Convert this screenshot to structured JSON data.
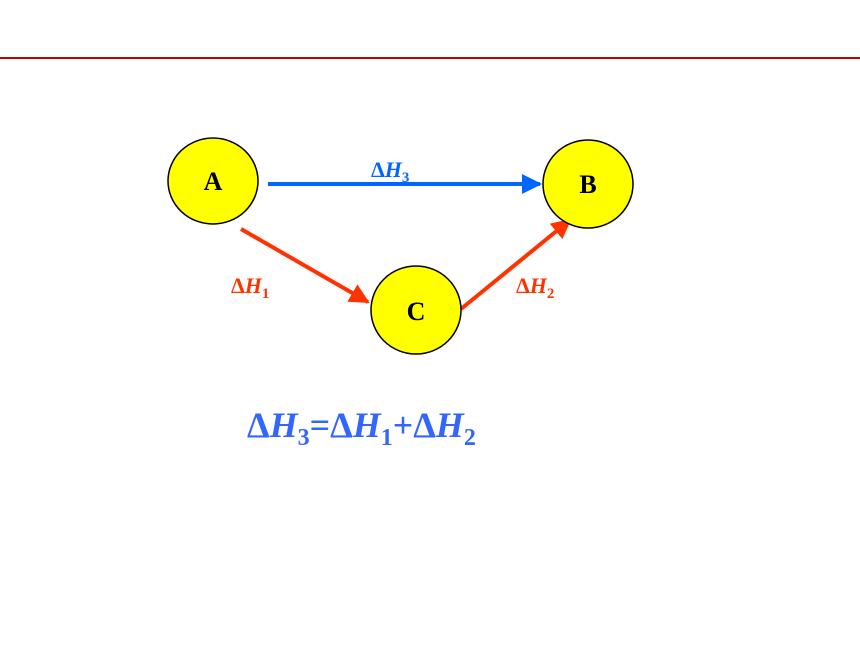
{
  "colors": {
    "rule": "#c00000",
    "node_fill": "#ffff00",
    "node_stroke": "#000000",
    "blue": "#0066ff",
    "red": "#ff3300",
    "equation": "#3366ff"
  },
  "nodes": {
    "a": {
      "label": "A"
    },
    "b": {
      "label": "B"
    },
    "c": {
      "label": "C"
    }
  },
  "edges": {
    "a_to_b": {
      "delta": "Δ",
      "var": "H",
      "sub": "3"
    },
    "a_to_c": {
      "delta": "Δ",
      "var": "H",
      "sub": "1"
    },
    "c_to_b": {
      "delta": "Δ",
      "var": "H",
      "sub": "2"
    }
  },
  "equation": {
    "t1_delta": "Δ",
    "t1_var": "H",
    "t1_sub": "3",
    "eq": "=",
    "t2_delta": "Δ",
    "t2_var": "H",
    "t2_sub": "1",
    "plus": "+",
    "t3_delta": "Δ",
    "t3_var": "H",
    "t3_sub": "2"
  }
}
